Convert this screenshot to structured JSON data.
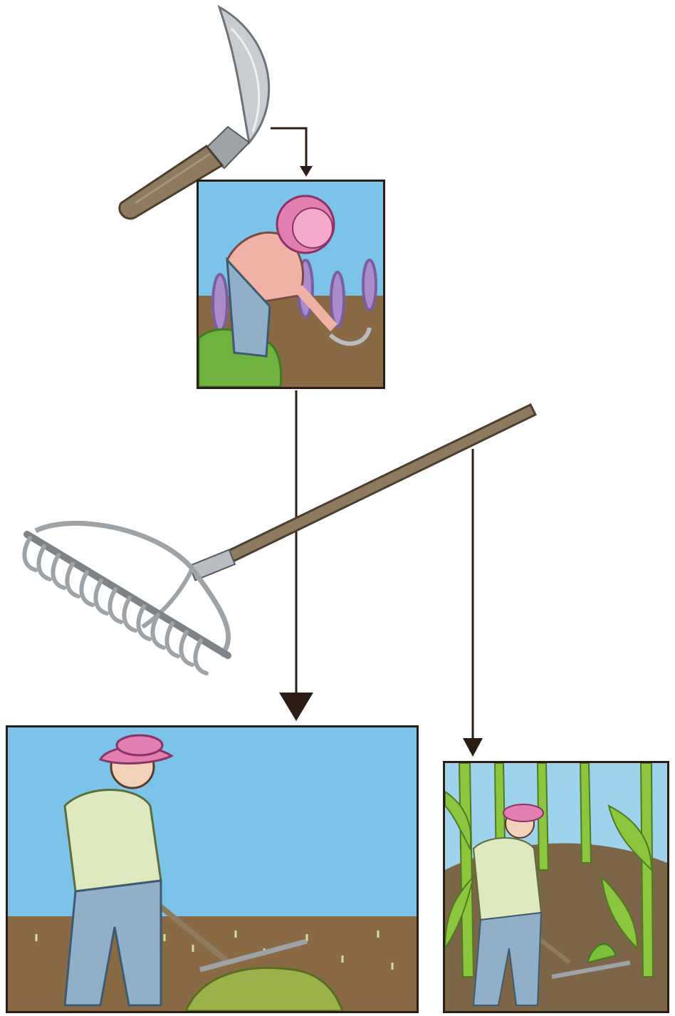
{
  "diagram": {
    "nodes": [
      {
        "id": "sickle",
        "kind": "tool",
        "icon": "sickle-icon"
      },
      {
        "id": "panel-cutting-weeds",
        "kind": "illustration",
        "icon": "farmer-cutting-weeds-icon"
      },
      {
        "id": "rake",
        "kind": "tool",
        "icon": "rake-icon"
      },
      {
        "id": "panel-raking-bare-field",
        "kind": "illustration",
        "icon": "farmer-raking-field-icon"
      },
      {
        "id": "panel-raking-corn-field",
        "kind": "illustration",
        "icon": "farmer-raking-corn-icon"
      }
    ],
    "edges": [
      {
        "from": "sickle",
        "to": "panel-cutting-weeds"
      },
      {
        "from": "panel-cutting-weeds",
        "to": "panel-raking-bare-field"
      },
      {
        "from": "rake",
        "to": "panel-raking-corn-field"
      }
    ]
  },
  "colors": {
    "arrow": "#2b1d14",
    "sky": "#7cc3ea",
    "soil": "#8a6a45",
    "hat": "#e27fb0",
    "shirt": "#dfe9c0",
    "jeans": "#8fb0c8",
    "weeds": "#a98cc9",
    "leaf": "#7bbf3a",
    "metal": "#b9bcc0",
    "wood": "#8e7a5e"
  }
}
